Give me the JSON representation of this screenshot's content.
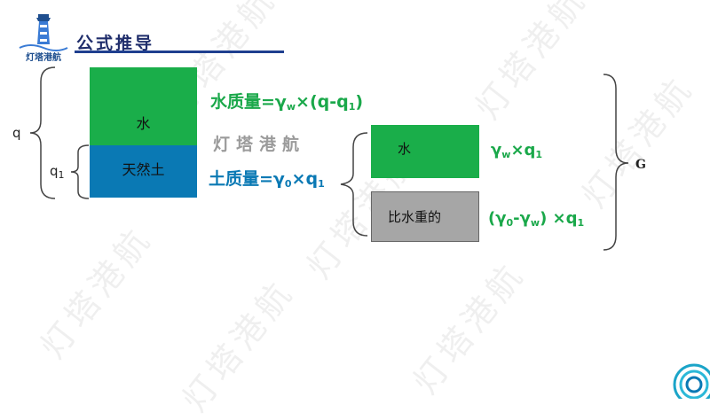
{
  "watermark": "灯塔港航",
  "header": {
    "logo_text": "灯塔港航",
    "title": "公式推导"
  },
  "blocks": {
    "water_big_label": "水",
    "soil_label": "天然土",
    "water_small_label": "水",
    "grey_label": "比水重的"
  },
  "formulas": {
    "water_mass_prefix": "水质量=γ",
    "water_mass_sub": "w",
    "water_mass_mid": "×(q-q",
    "water_mass_sub2": "1",
    "water_mass_end": ")",
    "soil_mass_prefix": "土质量=γ",
    "soil_mass_sub": "0",
    "soil_mass_mid": "×q",
    "soil_mass_sub2": "1",
    "gw_prefix": "γ",
    "gw_sub": "w",
    "gw_mid": "×q",
    "gw_sub2": "1",
    "diff_open": "(γ",
    "diff_sub0": "0",
    "diff_mid": "-γ",
    "diff_subw": "w",
    "diff_close": ") ×q",
    "diff_sub2": "1"
  },
  "labels": {
    "q": "q",
    "q1_base": "q",
    "q1_sub": "1",
    "G": "G"
  },
  "colors": {
    "green": "#1aae4a",
    "blue": "#0a79b4",
    "grey": "#a6a6a6",
    "header_blue": "#1f3f8f"
  }
}
